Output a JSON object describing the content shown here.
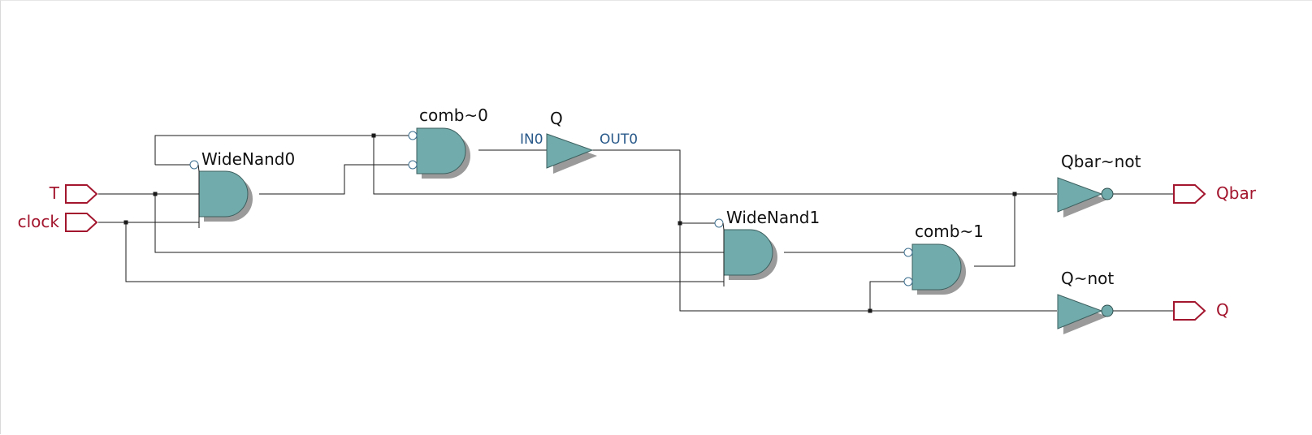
{
  "colors": {
    "gate_fill": "#71abab",
    "io_port": "#a3162e",
    "pin_label": "#2a5a8a",
    "wire": "#1a1a1a"
  },
  "inputs": [
    {
      "name": "T"
    },
    {
      "name": "clock"
    }
  ],
  "outputs": [
    {
      "name": "Qbar"
    },
    {
      "name": "Q"
    }
  ],
  "instances": {
    "widenand0": "WideNand0",
    "comb0": "comb~0",
    "q_buffer": "Q",
    "widenand1": "WideNand1",
    "comb1": "comb~1",
    "qbar_not": "Qbar~not",
    "q_not": "Q~not"
  },
  "pins": {
    "in0": "IN0",
    "out0": "OUT0"
  }
}
